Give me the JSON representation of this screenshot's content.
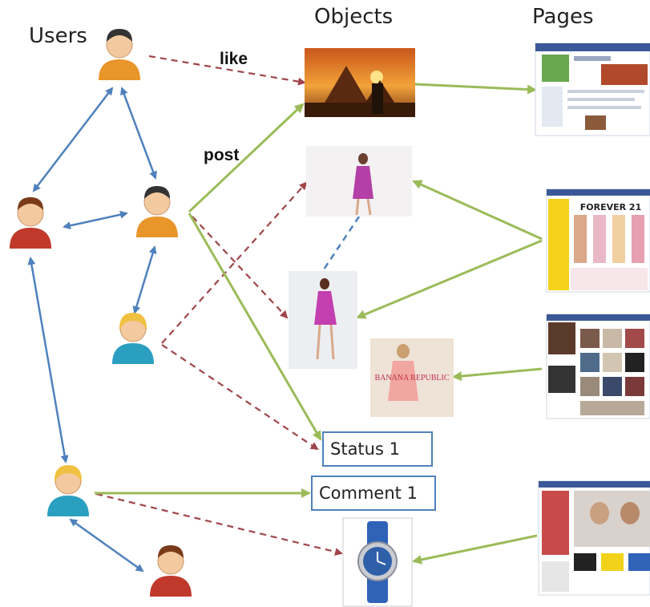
{
  "headers": {
    "users": "Users",
    "objects": "Objects",
    "pages": "Pages"
  },
  "edge_labels": {
    "like": "like",
    "post": "post"
  },
  "text_objects": {
    "status": "Status 1",
    "comment": "Comment 1"
  },
  "thumbnail_text": {
    "banana_republic": "BANANA REPUBLIC",
    "forever21": "FOREVER 21"
  },
  "colors": {
    "friend_edge": "#4f81bd",
    "like_edge": "#a0454a",
    "post_edge": "#9bbb59",
    "page_edge": "#9bbb59",
    "user_orange": "#e8952a",
    "user_red": "#c0392b",
    "user_teal": "#2a9fc0",
    "textbox_border": "#4f81bd"
  },
  "icons": [
    "user-orange-dark-hair-icon",
    "user-red-brown-hair-icon",
    "user-teal-blonde-icon",
    "pyramids-photo",
    "fashion-photo",
    "watch-photo",
    "facebook-page-thumbnail"
  ]
}
